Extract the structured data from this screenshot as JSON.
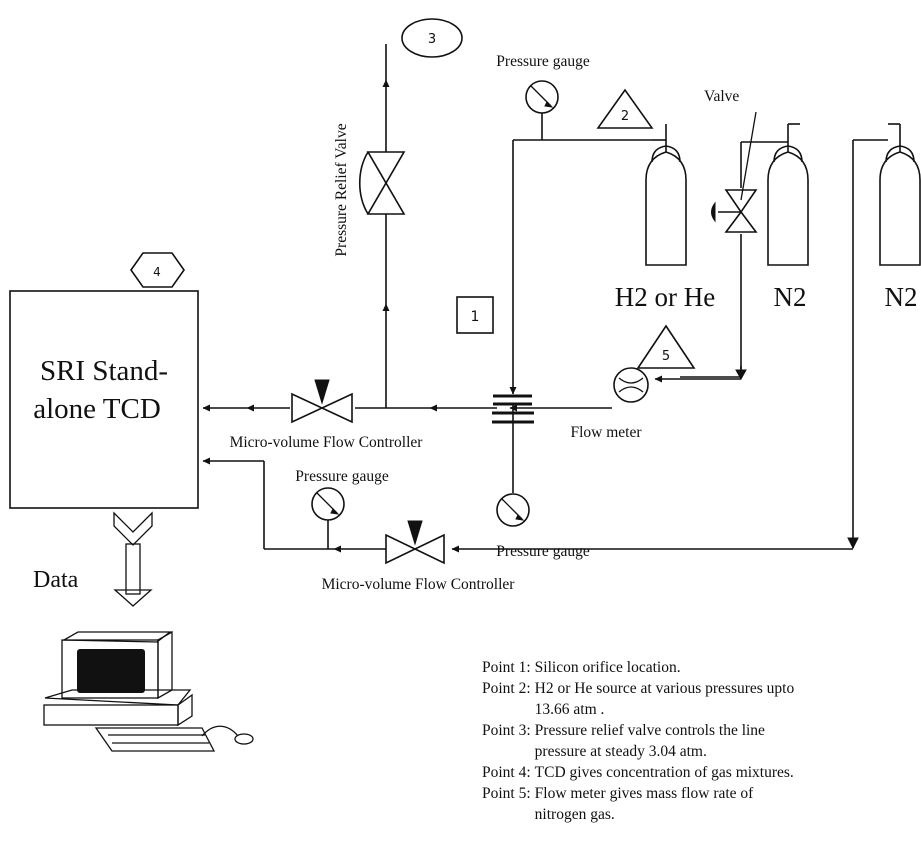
{
  "equipment": {
    "tcd_line1": "SRI Stand-",
    "tcd_line2": "alone TCD",
    "data_label": "Data",
    "pressure_relief_valve": "Pressure Relief Valve",
    "pressure_gauge_top": "Pressure gauge",
    "pressure_gauge_mid": "Pressure gauge",
    "pressure_gauge_lower": "Pressure gauge",
    "valve": "Valve",
    "flow_meter": "Flow meter",
    "mfc_upper": "Micro-volume Flow Controller",
    "mfc_lower": "Micro-volume Flow Controller",
    "cylinder_h2_he": "H2 or He",
    "cylinder_n2_a": "N2",
    "cylinder_n2_b": "N2"
  },
  "point_tags": {
    "p1": "1",
    "p2": "2",
    "p3": "3",
    "p4": "4",
    "p5": "5"
  },
  "notes": [
    {
      "label": "Point 1:",
      "text": "Silicon orifice location."
    },
    {
      "label": "Point 2:",
      "text": "H2 or He source at various pressures upto 13.66 atm ."
    },
    {
      "label": "Point 3:",
      "text": "Pressure relief valve controls the line pressure at steady 3.04 atm."
    },
    {
      "label": "Point 4:",
      "text": "TCD gives concentration of gas mixtures."
    },
    {
      "label": "Point 5:",
      "text": "Flow meter gives mass flow rate of nitrogen gas."
    }
  ]
}
